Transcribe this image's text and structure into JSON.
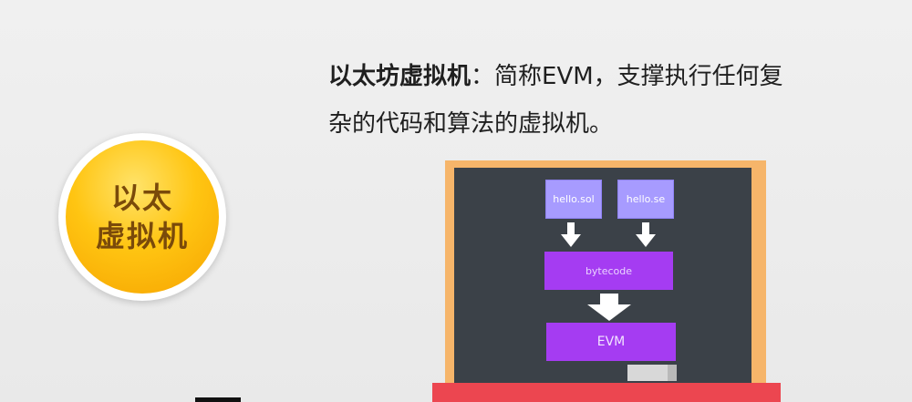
{
  "badge": {
    "line1": "以太",
    "line2": "虚拟机"
  },
  "description": {
    "term": "以太坊虚拟机",
    "line1_rest": "：简称EVM，支撑执行任何复",
    "line2": "杂的代码和算法的虚拟机。"
  },
  "diagram": {
    "source_left": "hello.sol",
    "source_right": "hello.se",
    "middle": "bytecode",
    "bottom": "EVM"
  },
  "colors": {
    "badge_gold": "#ffc512",
    "screen_bg": "#3b4148",
    "frame_orange": "#f6b56a",
    "base_red": "#ec4650",
    "node_light": "#a79bff",
    "node_purple": "#a53cf2"
  }
}
